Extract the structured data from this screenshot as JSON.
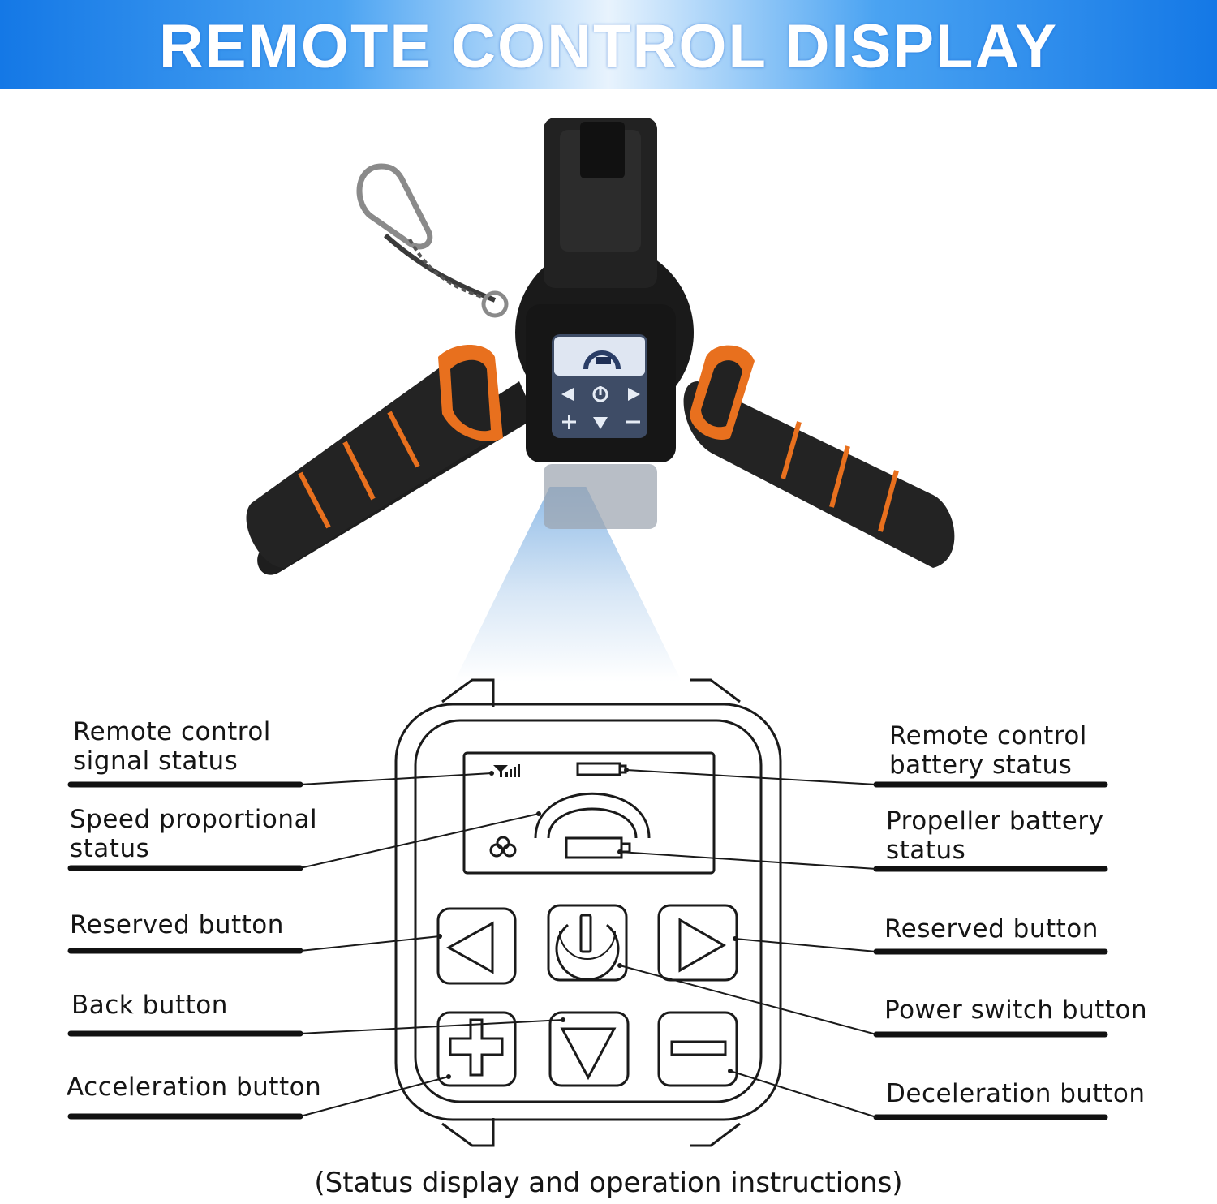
{
  "banner": {
    "title": "REMOTE CONTROL DISPLAY",
    "gradient_colors": [
      "#1478e6",
      "#e8f3fd"
    ]
  },
  "photo": {
    "description_icon": "handheld-remote-controller",
    "grip_accent_color": "#e8701e",
    "body_color": "#1c1c1c"
  },
  "labels": {
    "left": [
      "Remote control\nsignal status",
      "Speed proportional\nstatus",
      "Reserved button",
      "Back button",
      "Acceleration button"
    ],
    "right": [
      "Remote control\nbattery status",
      "Propeller battery\nstatus",
      "Reserved button",
      "Power switch button",
      "Deceleration button"
    ]
  },
  "buttons": [
    {
      "icon": "triangle-left-icon"
    },
    {
      "icon": "power-icon"
    },
    {
      "icon": "triangle-right-icon"
    },
    {
      "icon": "plus-icon"
    },
    {
      "icon": "triangle-down-icon"
    },
    {
      "icon": "minus-icon"
    }
  ],
  "caption": "(Status display and operation instructions)"
}
